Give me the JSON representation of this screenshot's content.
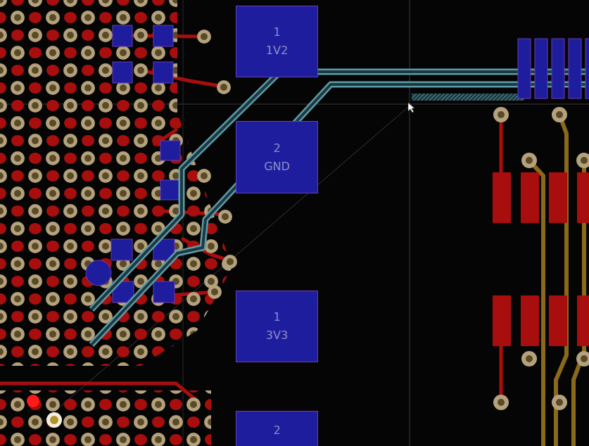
{
  "diagram": {
    "nodes": [
      {
        "text": [
          "1",
          "1V2"
        ]
      },
      {
        "text": [
          "2",
          "GND"
        ]
      },
      {
        "text": [
          "1",
          "3V3"
        ]
      },
      {
        "text": [
          "2"
        ]
      }
    ]
  }
}
